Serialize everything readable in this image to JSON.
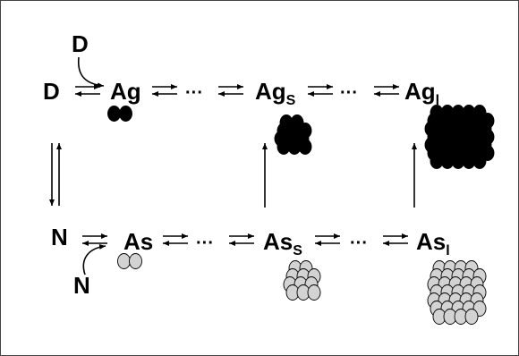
{
  "diagram": {
    "species": {
      "d_external": "D",
      "d": "D",
      "ag": "Ag",
      "ag_s": {
        "base": "Ag",
        "sub": "S"
      },
      "ag_l": {
        "base": "Ag",
        "sub": "l"
      },
      "n": "N",
      "n_external": "N",
      "as": "As",
      "as_s": {
        "base": "As",
        "sub": "S"
      },
      "as_l": {
        "base": "As",
        "sub": "l"
      }
    },
    "ellipsis": "···",
    "colors": {
      "aggregate_dark": "#000000",
      "aggregate_light": "#d3d3d3",
      "line": "#000000",
      "frame": "#444444"
    }
  }
}
